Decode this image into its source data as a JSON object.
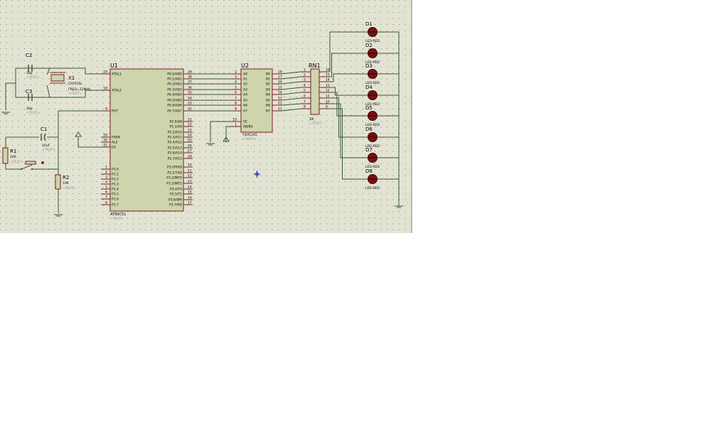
{
  "colors": {
    "sheet": "#e3e3d3",
    "grid_dot": "#7e7e74",
    "wire": "#355a35",
    "body_fill": "#cfd4ad",
    "body_stroke": "#7a1f1f",
    "label": "#000000",
    "faint": "#8a8a8a",
    "led_fill": "#7a1010",
    "probe": "#2232c8"
  },
  "u1": {
    "ref": "U1",
    "part": "AT89C51",
    "text": "<TEXT>",
    "left_pins": [
      {
        "num": "19",
        "name": "XTAL1"
      },
      {
        "num": "18",
        "name": "XTAL2"
      },
      {
        "num": "9",
        "name": "RST"
      },
      {
        "num": "29",
        "name": "PSEN"
      },
      {
        "num": "30",
        "name": "ALE"
      },
      {
        "num": "31",
        "name": "EA"
      },
      {
        "num": "1",
        "name": "P1.0"
      },
      {
        "num": "2",
        "name": "P1.1"
      },
      {
        "num": "3",
        "name": "P1.2"
      },
      {
        "num": "4",
        "name": "P1.3"
      },
      {
        "num": "5",
        "name": "P1.4"
      },
      {
        "num": "6",
        "name": "P1.5"
      },
      {
        "num": "7",
        "name": "P1.6"
      },
      {
        "num": "8",
        "name": "P1.7"
      }
    ],
    "right_pins": [
      {
        "num": "39",
        "name": "P0.0/AD0"
      },
      {
        "num": "38",
        "name": "P0.1/AD1"
      },
      {
        "num": "37",
        "name": "P0.2/AD2"
      },
      {
        "num": "36",
        "name": "P0.3/AD3"
      },
      {
        "num": "35",
        "name": "P0.4/AD4"
      },
      {
        "num": "34",
        "name": "P0.5/AD5"
      },
      {
        "num": "33",
        "name": "P0.6/AD6"
      },
      {
        "num": "32",
        "name": "P0.7/AD7"
      },
      {
        "num": "21",
        "name": "P2.0/A8"
      },
      {
        "num": "22",
        "name": "P2.1/A9"
      },
      {
        "num": "23",
        "name": "P2.2/A10"
      },
      {
        "num": "24",
        "name": "P2.3/A11"
      },
      {
        "num": "25",
        "name": "P2.4/A12"
      },
      {
        "num": "26",
        "name": "P2.5/A13"
      },
      {
        "num": "27",
        "name": "P2.6/A14"
      },
      {
        "num": "28",
        "name": "P2.7/A15"
      },
      {
        "num": "10",
        "name": "P3.0/RXD"
      },
      {
        "num": "11",
        "name": "P3.1/TXD"
      },
      {
        "num": "12",
        "name": "P3.2/INT0"
      },
      {
        "num": "13",
        "name": "P3.3/INT1"
      },
      {
        "num": "14",
        "name": "P3.4/T0"
      },
      {
        "num": "15",
        "name": "P3.5/T1"
      },
      {
        "num": "16",
        "name": "P3.6/WR"
      },
      {
        "num": "17",
        "name": "P3.7/RD"
      }
    ]
  },
  "u2": {
    "ref": "U2",
    "part": "74HC245",
    "text": "<TEXT>",
    "a_pins": [
      {
        "num": "2",
        "name": "A0"
      },
      {
        "num": "3",
        "name": "A1"
      },
      {
        "num": "4",
        "name": "A2"
      },
      {
        "num": "5",
        "name": "A3"
      },
      {
        "num": "6",
        "name": "A4"
      },
      {
        "num": "7",
        "name": "A5"
      },
      {
        "num": "8",
        "name": "A6"
      },
      {
        "num": "9",
        "name": "A7"
      }
    ],
    "b_pins": [
      {
        "num": "18",
        "name": "B0"
      },
      {
        "num": "17",
        "name": "B1"
      },
      {
        "num": "16",
        "name": "B2"
      },
      {
        "num": "15",
        "name": "B3"
      },
      {
        "num": "14",
        "name": "B4"
      },
      {
        "num": "13",
        "name": "B5"
      },
      {
        "num": "12",
        "name": "B6"
      },
      {
        "num": "11",
        "name": "B7"
      }
    ],
    "ctrl_pins": [
      {
        "num": "19",
        "name": "CE"
      },
      {
        "num": "1",
        "name": "AB/BA"
      }
    ]
  },
  "rn1": {
    "ref": "RN1",
    "value": "1K",
    "text": "<TEXT>",
    "left_pins": [
      "1",
      "2",
      "3",
      "4",
      "5",
      "6",
      "7",
      "8"
    ],
    "right_pins": [
      "16",
      "15",
      "14",
      "13",
      "12",
      "11",
      "10",
      "9"
    ]
  },
  "leds": [
    {
      "ref": "D1",
      "type": "LED-RED"
    },
    {
      "ref": "D2",
      "type": "LED-RED"
    },
    {
      "ref": "D3",
      "type": "LED-RED"
    },
    {
      "ref": "D4",
      "type": "LED-RED"
    },
    {
      "ref": "D5",
      "type": "LED-RED"
    },
    {
      "ref": "D6",
      "type": "LED-RED"
    },
    {
      "ref": "D7",
      "type": "LED-RED"
    },
    {
      "ref": "D8",
      "type": "LED-RED"
    }
  ],
  "c2": {
    "ref": "C2",
    "value": "30p",
    "text": "<TEXT>"
  },
  "c3": {
    "ref": "C3",
    "value": "30p",
    "text": "<TEXT>"
  },
  "x1": {
    "ref": "X1",
    "type": "CRYSTAL",
    "freq": "FREQ=12MHz",
    "text": "<TEXT>"
  },
  "c1": {
    "ref": "C1",
    "value": "10uF",
    "text": "<TEXT>"
  },
  "r1": {
    "ref": "R1",
    "value": "100",
    "text": "<TEXT>"
  },
  "r2": {
    "ref": "R2",
    "value": "10K",
    "text": "<TEXT>"
  }
}
